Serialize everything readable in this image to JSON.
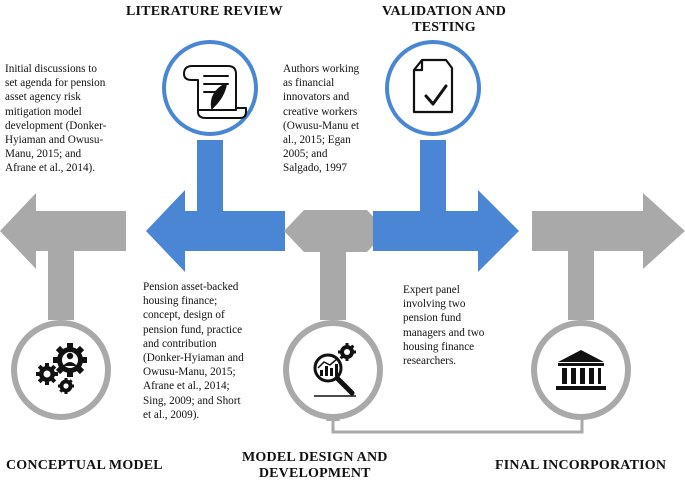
{
  "stages": {
    "literature_review": "LITERATURE REVIEW",
    "validation_testing": [
      "VALIDATION AND",
      "TESTING"
    ],
    "conceptual_model": "CONCEPTUAL MODEL",
    "model_design": [
      "MODEL DESIGN AND",
      "DEVELOPMENT"
    ],
    "final_incorporation": "FINAL INCORPORATION"
  },
  "texts": {
    "initial_discussions": [
      "Initial discussions to",
      "set agenda for pension",
      "asset agency risk",
      "mitigation model",
      "development (Donker-",
      "Hyiaman and Owusu-",
      "Manu, 2015; and",
      "Afrane et al., 2014)."
    ],
    "authors_working": [
      "Authors working",
      "as financial",
      "innovators and",
      "creative workers",
      "(Owusu-Manu et",
      "al., 2015; Egan",
      "2005; and",
      "Salgado, 1997"
    ],
    "pension_housing": [
      "Pension asset-backed",
      "housing finance;",
      "concept, design of",
      "pension fund, practice",
      "and contribution",
      "(Donker-Hyiaman and",
      "Owusu-Manu, 2015;",
      "Afrane et al., 2014;",
      "Sing, 2009; and Short",
      "et al., 2009)."
    ],
    "expert_panel": [
      "Expert panel",
      "involving two",
      "pension fund",
      "managers and two",
      "housing finance",
      "researchers."
    ]
  },
  "icons": {
    "literature": "scroll-quill-icon",
    "validation": "document-checkmark-icon",
    "conceptual": "gears-person-icon",
    "design": "magnifier-chart-gear-icon",
    "final": "institution-building-icon"
  },
  "colors": {
    "blue": "#4a86d4",
    "grey": "#a9a9a9",
    "circle_fill": "#ffffff",
    "icon": "#111111"
  }
}
